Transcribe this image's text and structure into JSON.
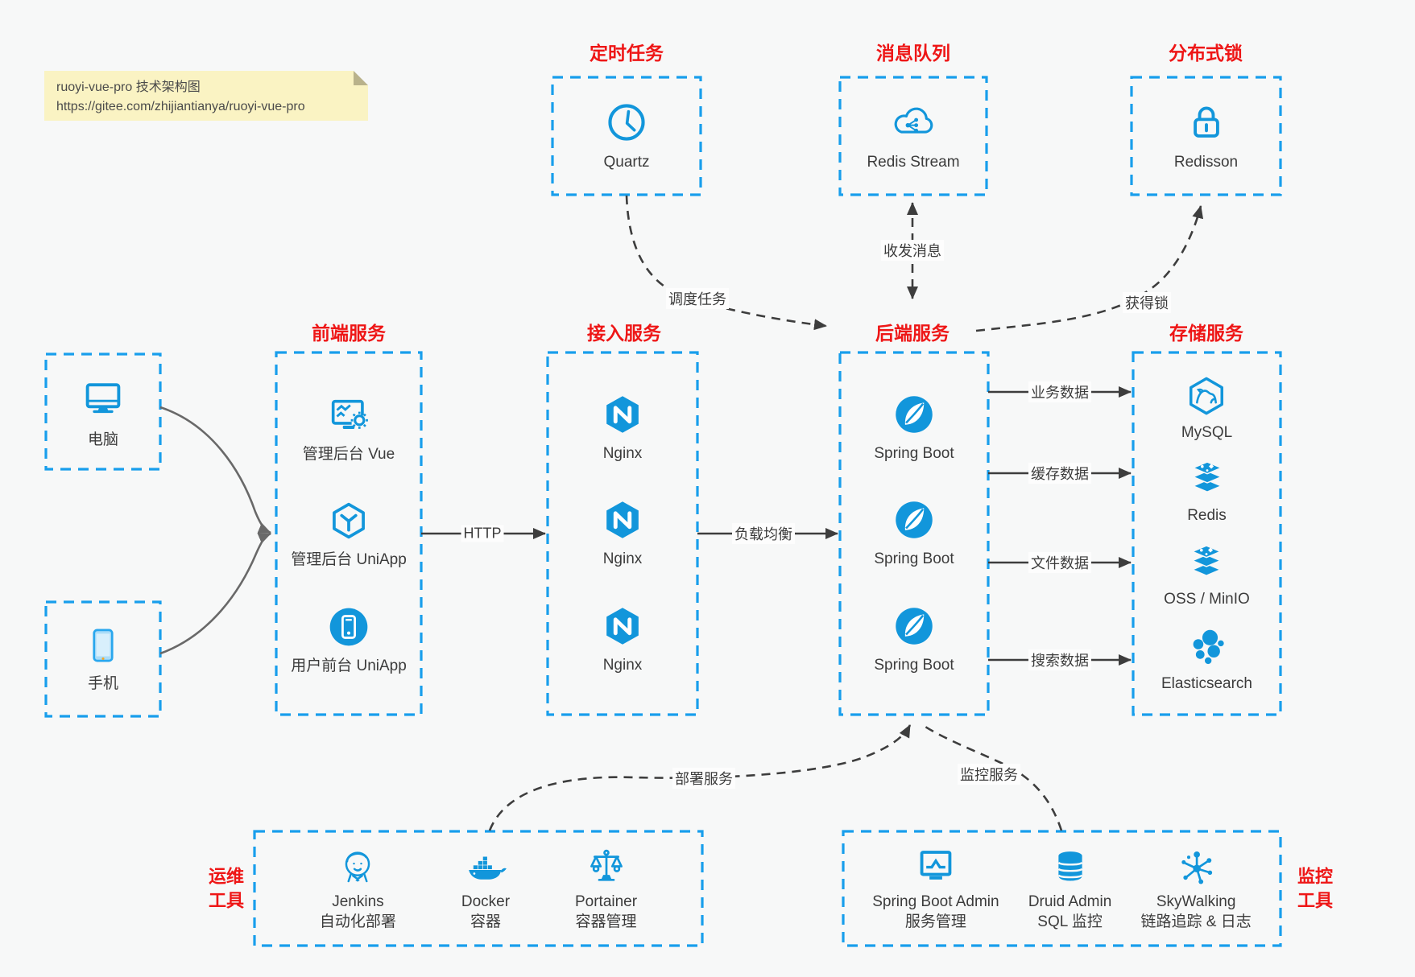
{
  "title_note": {
    "line1": "ruoyi-vue-pro 技术架构图",
    "line2": "https://gitee.com/zhijiantianya/ruoyi-vue-pro"
  },
  "colors": {
    "accent_blue": "#1296db",
    "border_blue": "#189eec",
    "title_red": "#ee1616",
    "arrow_dark": "#3d3d3d",
    "client_arrow_gray": "#696969",
    "note_bg": "#faf3c3",
    "canvas_bg": "#f7f8f8"
  },
  "top_groups": [
    {
      "title": "定时任务",
      "item": {
        "icon": "clock-icon",
        "label": "Quartz"
      }
    },
    {
      "title": "消息队列",
      "item": {
        "icon": "cloud-message-icon",
        "label": "Redis Stream"
      }
    },
    {
      "title": "分布式锁",
      "item": {
        "icon": "lock-icon",
        "label": "Redisson"
      }
    }
  ],
  "clients": [
    {
      "icon": "desktop-icon",
      "label": "电脑"
    },
    {
      "icon": "smartphone-icon",
      "label": "手机"
    }
  ],
  "columns": [
    {
      "title": "前端服务",
      "items": [
        {
          "icon": "admin-vue-icon",
          "label": "管理后台 Vue"
        },
        {
          "icon": "uniapp-cube-icon",
          "label": "管理后台 UniApp"
        },
        {
          "icon": "user-app-icon",
          "label": "用户前台 UniApp"
        }
      ]
    },
    {
      "title": "接入服务",
      "items": [
        {
          "icon": "nginx-icon",
          "label": "Nginx"
        },
        {
          "icon": "nginx-icon",
          "label": "Nginx"
        },
        {
          "icon": "nginx-icon",
          "label": "Nginx"
        }
      ]
    },
    {
      "title": "后端服务",
      "items": [
        {
          "icon": "spring-boot-icon",
          "label": "Spring Boot"
        },
        {
          "icon": "spring-boot-icon",
          "label": "Spring Boot"
        },
        {
          "icon": "spring-boot-icon",
          "label": "Spring Boot"
        }
      ]
    },
    {
      "title": "存储服务",
      "items": [
        {
          "icon": "mysql-icon",
          "label": "MySQL"
        },
        {
          "icon": "redis-icon",
          "label": "Redis"
        },
        {
          "icon": "oss-minio-icon",
          "label": "OSS / MinIO"
        },
        {
          "icon": "elasticsearch-icon",
          "label": "Elasticsearch"
        }
      ]
    }
  ],
  "bottom_groups": [
    {
      "side_label": {
        "line1": "运维",
        "line2": "工具"
      },
      "items": [
        {
          "icon": "jenkins-icon",
          "name": "Jenkins",
          "desc": "自动化部署"
        },
        {
          "icon": "docker-icon",
          "name": "Docker",
          "desc": "容器"
        },
        {
          "icon": "portainer-icon",
          "name": "Portainer",
          "desc": "容器管理"
        }
      ]
    },
    {
      "side_label": {
        "line1": "监控",
        "line2": "工具"
      },
      "items": [
        {
          "icon": "spring-boot-admin-icon",
          "name": "Spring Boot Admin",
          "desc": "服务管理"
        },
        {
          "icon": "druid-icon",
          "name": "Druid Admin",
          "desc": "SQL 监控"
        },
        {
          "icon": "skywalking-icon",
          "name": "SkyWalking",
          "desc": "链路追踪 & 日志"
        }
      ]
    }
  ],
  "edge_labels": {
    "http": "HTTP",
    "load_balance": "负载均衡",
    "business_data": "业务数据",
    "cache_data": "缓存数据",
    "file_data": "文件数据",
    "search_data": "搜索数据",
    "schedule_task": "调度任务",
    "send_receive_message": "收发消息",
    "acquire_lock": "获得锁",
    "deploy_service": "部署服务",
    "monitor_service": "监控服务"
  }
}
